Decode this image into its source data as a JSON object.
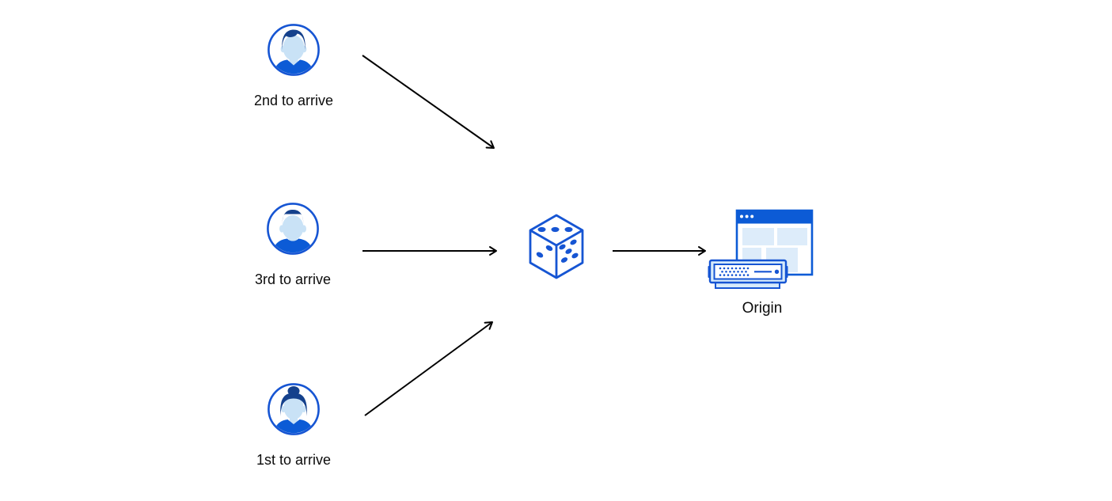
{
  "colors": {
    "bg": "#ffffff",
    "stroke_blue": "#1655d3",
    "brand_blue": "#0c5bd6",
    "navy": "#15418c",
    "face": "#c9e2f6",
    "panel": "#ddecfa",
    "server_fill": "#d7ebfb",
    "arrow": "#000000",
    "text": "#0b0b0b"
  },
  "diagram": {
    "nodes": [
      {
        "id": "user-2nd",
        "type": "user",
        "label": "2nd to arrive",
        "icon": "avatar-man-wavy-hair-icon"
      },
      {
        "id": "user-3rd",
        "type": "user",
        "label": "3rd to arrive",
        "icon": "avatar-man-flattop-icon"
      },
      {
        "id": "user-1st",
        "type": "user",
        "label": "1st to arrive",
        "icon": "avatar-woman-bun-icon"
      },
      {
        "id": "randomizer",
        "type": "dice",
        "label": "",
        "icon": "dice-icon"
      },
      {
        "id": "origin",
        "type": "origin-server",
        "label": "Origin",
        "icon": "origin-browser-server-icon"
      }
    ],
    "edges": [
      {
        "from": "user-2nd",
        "to": "randomizer"
      },
      {
        "from": "user-3rd",
        "to": "randomizer"
      },
      {
        "from": "user-1st",
        "to": "randomizer"
      },
      {
        "from": "randomizer",
        "to": "origin"
      }
    ]
  }
}
